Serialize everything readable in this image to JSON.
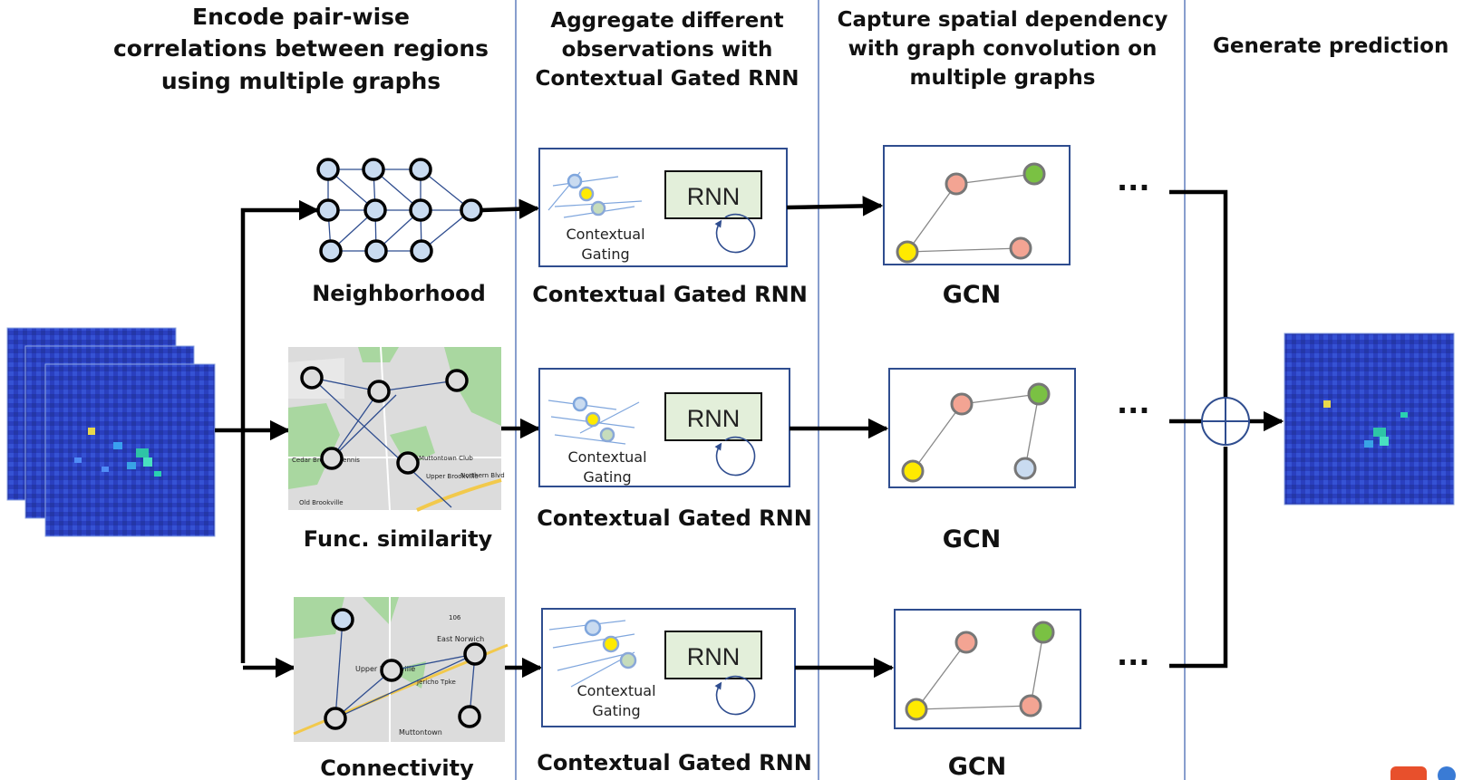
{
  "headers": {
    "col1": [
      "Encode pair-wise",
      "correlations between regions",
      "using multiple graphs"
    ],
    "col2": [
      "Aggregate different",
      "observations with",
      "Contextual Gated RNN"
    ],
    "col3": [
      "Capture spatial dependency",
      "with graph convolution on",
      "multiple graphs"
    ],
    "col4": [
      "Generate prediction"
    ]
  },
  "graph_labels": {
    "neighborhood": "Neighborhood",
    "func_similarity": "Func. similarity",
    "connectivity": "Connectivity"
  },
  "cgrnn": {
    "rnn_label": "RNN",
    "gating_line1": "Contextual",
    "gating_line2": "Gating",
    "caption": "Contextual Gated RNN"
  },
  "gcn_caption": "GCN",
  "ellipsis": "···",
  "map_labels": {
    "func": [
      "Cedar Brook & Tennis",
      "Muttontown Club",
      "Upper Brookville",
      "Old Brookville",
      "Northern Blvd"
    ],
    "conn": [
      "Upper Brookville",
      "East Norwich",
      "Muttontown",
      "106",
      "Jericho Tpke"
    ]
  },
  "colors": {
    "node_blue": "#c9dbf0",
    "node_yellow": "#ffea00",
    "node_green": "#7ac143",
    "node_salmon": "#f3a493",
    "rnn_fill": "#e3efda",
    "frame_blue": "#2f4d8f",
    "divider": "#3a5dad",
    "map_bg": "#dcdcdc",
    "map_green": "#a9d7a0",
    "heatmap_bg": "#2a3fbf"
  }
}
